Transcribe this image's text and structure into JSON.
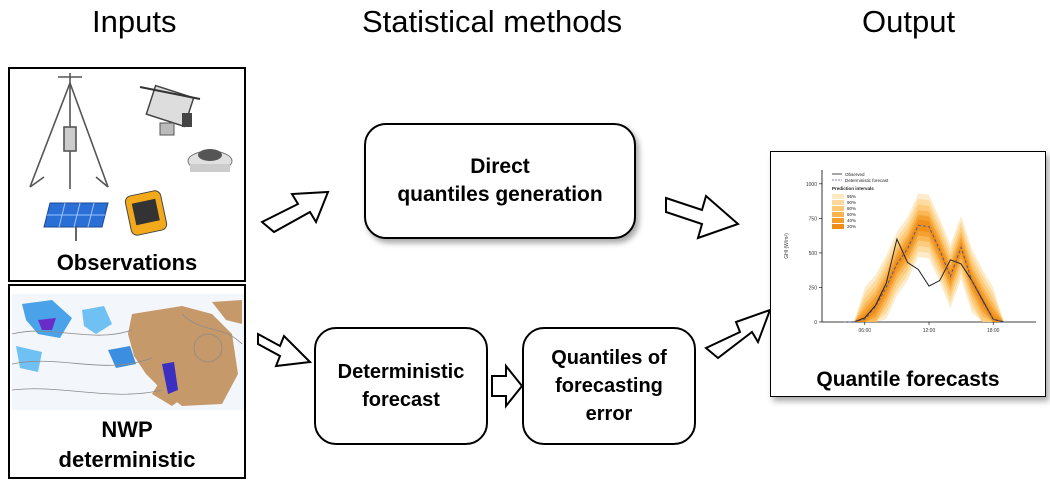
{
  "headers": {
    "inputs": "Inputs",
    "methods": "Statistical methods",
    "output": "Output"
  },
  "inputs": {
    "observations_label": "Observations",
    "nwp_label_line1": "NWP",
    "nwp_label_line2": "deterministic"
  },
  "methods": {
    "direct_line1": "Direct",
    "direct_line2": "quantiles generation",
    "deterministic_line1": "Deterministic",
    "deterministic_line2": "forecast",
    "quantiles_line1": "Quantiles of",
    "quantiles_line2": "forecasting",
    "quantiles_line3": "error"
  },
  "output": {
    "label": "Quantile forecasts"
  },
  "chart_data": {
    "type": "area",
    "ylabel": "GHI (W/m²)",
    "xlabel": "",
    "x_ticks": [
      "06:00",
      "12:00",
      "18:00"
    ],
    "y_ticks": [
      0,
      250,
      500,
      750,
      1000
    ],
    "ylim": [
      0,
      1100
    ],
    "legend_title": "Prediction intervals",
    "intervals": [
      "95%",
      "90%",
      "80%",
      "60%",
      "40%",
      "20%"
    ],
    "interval_colors": [
      "#fde9c2",
      "#fcd99a",
      "#fbc875",
      "#f8b450",
      "#f59e2c",
      "#ef8d18"
    ],
    "series": [
      {
        "name": "Observed",
        "style": "solid",
        "x": [
          4,
          5,
          6,
          7,
          8,
          9,
          10,
          11,
          12,
          13,
          14,
          15,
          16,
          17,
          18,
          19
        ],
        "values": [
          0,
          0,
          30,
          120,
          280,
          600,
          430,
          380,
          260,
          300,
          450,
          420,
          300,
          160,
          20,
          0
        ]
      },
      {
        "name": "Deterministic forecast",
        "style": "dashed",
        "x": [
          4,
          5,
          6,
          7,
          8,
          9,
          10,
          11,
          12,
          13,
          14,
          15,
          16,
          17,
          18,
          19
        ],
        "values": [
          0,
          0,
          20,
          110,
          250,
          420,
          530,
          700,
          690,
          520,
          330,
          540,
          300,
          150,
          20,
          0
        ]
      }
    ]
  }
}
